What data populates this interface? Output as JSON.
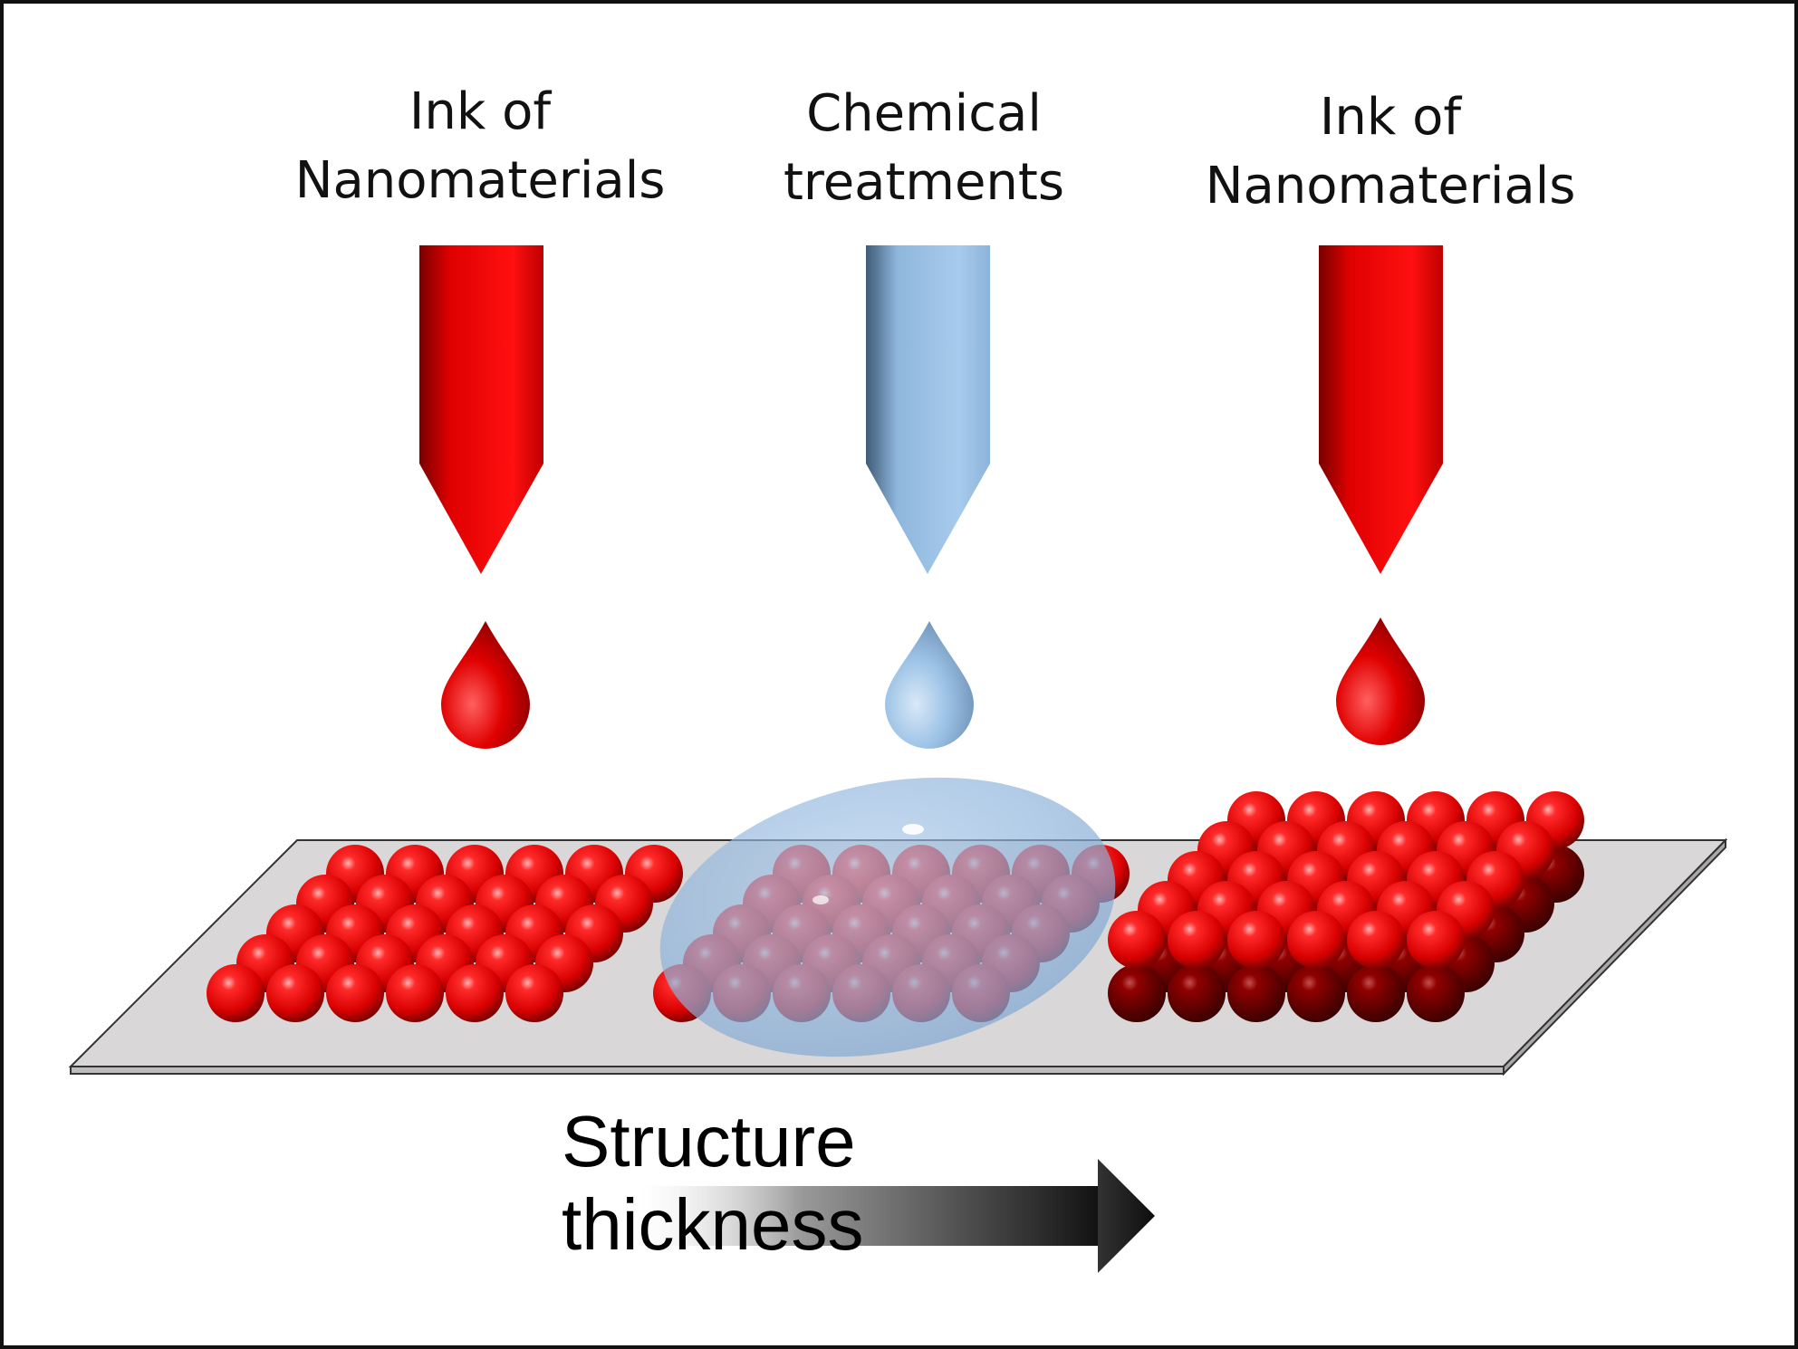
{
  "labels": {
    "left": {
      "line1": "Ink of",
      "line2": "Nanomaterials"
    },
    "middle": {
      "line1": "Chemical",
      "line2": "treatments"
    },
    "right": {
      "line1": "Ink of",
      "line2": "Nanomaterials"
    }
  },
  "axis_label": {
    "line1": "Structure",
    "line2": "thickness"
  },
  "colors": {
    "ink_red": "#e60000",
    "treatment_blue": "#9dc3e6",
    "substrate": "#d9d7d7",
    "arrow_dark": "#1a1a1a"
  }
}
